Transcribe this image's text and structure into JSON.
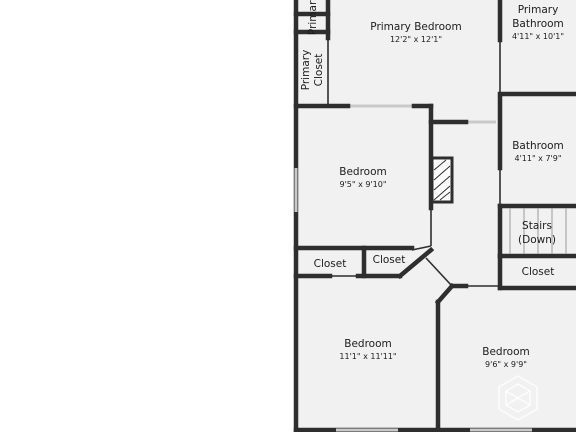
{
  "rooms": {
    "primary_closet_top": {
      "label": "Primary Cl"
    },
    "primary_bedroom": {
      "label": "Primary Bedroom",
      "size": "12'2\" x 12'1\""
    },
    "primary_bathroom": {
      "label_line1": "Primary",
      "label_line2": "Bathroom",
      "size": "4'11\" x 10'1\""
    },
    "primary_closet": {
      "label_line1": "Primary",
      "label_line2": "Closet"
    },
    "bedroom_1": {
      "label": "Bedroom",
      "size": "9'5\" x 9'10\""
    },
    "bathroom": {
      "label": "Bathroom",
      "size": "4'11\" x 7'9\""
    },
    "stairs": {
      "label_line1": "Stairs",
      "label_line2": "(Down)"
    },
    "closet_left": {
      "label": "Closet"
    },
    "closet_mid": {
      "label": "Closet"
    },
    "closet_right": {
      "label": "Closet"
    },
    "bedroom_2": {
      "label": "Bedroom",
      "size": "11'1\" x 11'11\""
    },
    "bedroom_3": {
      "label": "Bedroom",
      "size": "9'6\" x 9'9\""
    }
  },
  "colors": {
    "wall": "#2e2e2e",
    "floor": "#f1f1f1",
    "window": "#c9c9c9"
  },
  "icons": {
    "watermark": "logo-watermark-icon",
    "fireplace": "hatched-chimney-icon"
  }
}
